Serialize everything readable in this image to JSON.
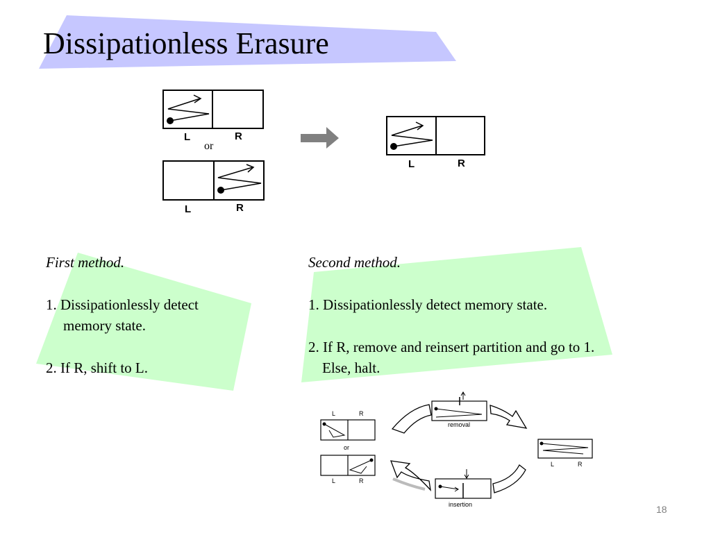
{
  "slide": {
    "title": "Dissipationless Erasure",
    "page_number": "18",
    "colors": {
      "title_banner": "#c6c7ff",
      "highlight": "#ccffcc",
      "arrow": "#808080",
      "page_number": "#7f7f7f"
    }
  },
  "top_diagram": {
    "or_label": "or",
    "left_label": "L",
    "right_label": "R"
  },
  "first_method": {
    "heading": "First method.",
    "step1_line1": "1. Dissipationlessly detect",
    "step1_line2": "memory state.",
    "step2": "2. If R, shift to L."
  },
  "second_method": {
    "heading": "Second method.",
    "step1": "1. Dissipationlessly detect memory state.",
    "step2_line1": "2. If R, remove and reinsert partition and go to 1.",
    "step2_line2": "Else, halt."
  },
  "cycle_diagram": {
    "left_label": "L",
    "right_label": "R",
    "or_label": "or",
    "removal_label": "removal",
    "insertion_label": "insertion"
  }
}
